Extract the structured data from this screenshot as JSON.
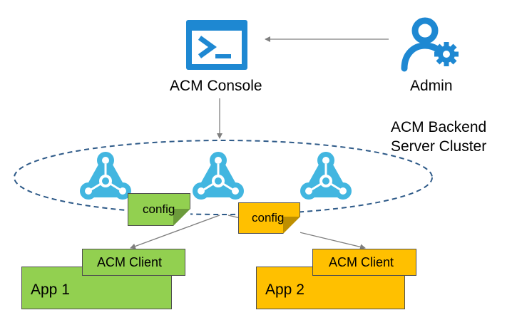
{
  "console": {
    "label": "ACM Console"
  },
  "admin": {
    "label": "Admin"
  },
  "cluster": {
    "label_line1": "ACM Backend",
    "label_line2": "Server Cluster"
  },
  "configs": [
    {
      "label": "config"
    },
    {
      "label": "config"
    }
  ],
  "clients": [
    {
      "label": "ACM Client",
      "app": "App 1"
    },
    {
      "label": "ACM Client",
      "app": "App 2"
    }
  ],
  "colors": {
    "icon_blue": "#1e88d2",
    "node_blue": "#42b6e0",
    "app1_green": "#92d050",
    "app2_orange": "#ffc000",
    "dashed_ellipse": "#2e5a88",
    "arrow_gray": "#7f7f7f"
  },
  "icons": {
    "console": "terminal-window-icon",
    "admin": "user-gear-icon",
    "node": "cluster-node-icon"
  }
}
